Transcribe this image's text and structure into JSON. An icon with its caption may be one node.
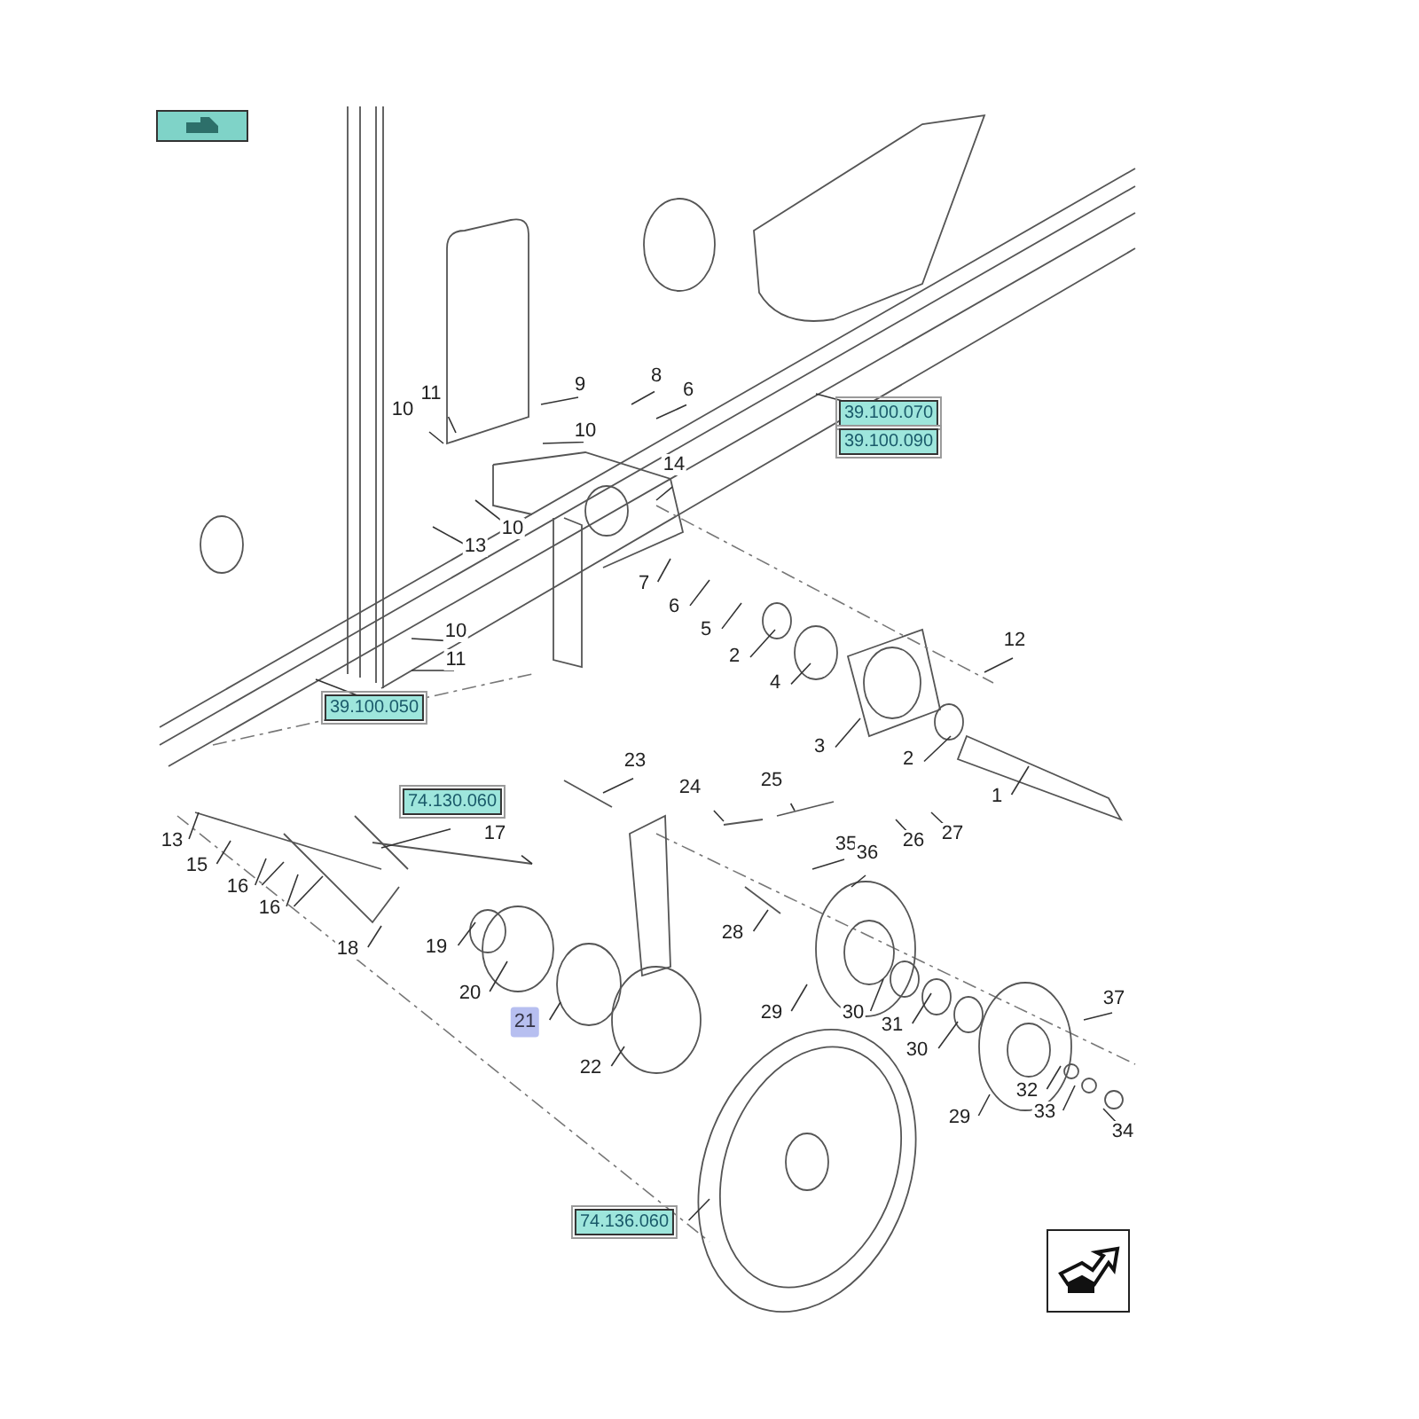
{
  "diagram": {
    "nodes": [
      {
        "text": [
          "11"
        ]
      },
      {
        "text": [
          "10"
        ]
      },
      {
        "text": [
          "9"
        ]
      },
      {
        "text": [
          "8"
        ]
      },
      {
        "text": [
          "6"
        ]
      },
      {
        "text": [
          "10"
        ]
      },
      {
        "text": [
          "39.100.070"
        ]
      },
      {
        "text": [
          "39.100.090"
        ]
      },
      {
        "text": [
          "14"
        ]
      },
      {
        "text": [
          "10"
        ]
      },
      {
        "text": [
          "13"
        ]
      },
      {
        "text": [
          "7"
        ]
      },
      {
        "text": [
          "6"
        ]
      },
      {
        "text": [
          "5"
        ]
      },
      {
        "text": [
          "10"
        ]
      },
      {
        "text": [
          "12"
        ]
      },
      {
        "text": [
          "2"
        ]
      },
      {
        "text": [
          "11"
        ]
      },
      {
        "text": [
          "4"
        ]
      },
      {
        "text": [
          "39.100.050"
        ]
      },
      {
        "text": [
          "3"
        ]
      },
      {
        "text": [
          "2"
        ]
      },
      {
        "text": [
          "23"
        ]
      },
      {
        "text": [
          "25"
        ]
      },
      {
        "text": [
          "24"
        ]
      },
      {
        "text": [
          "1"
        ]
      },
      {
        "text": [
          "74.130.060"
        ]
      },
      {
        "text": [
          "17"
        ]
      },
      {
        "text": [
          "27"
        ]
      },
      {
        "text": [
          "13"
        ]
      },
      {
        "text": [
          "26"
        ]
      },
      {
        "text": [
          "35"
        ]
      },
      {
        "text": [
          "36"
        ]
      },
      {
        "text": [
          "15"
        ]
      },
      {
        "text": [
          "16"
        ]
      },
      {
        "text": [
          "16"
        ]
      },
      {
        "text": [
          "28"
        ]
      },
      {
        "text": [
          "19"
        ]
      },
      {
        "text": [
          "18"
        ]
      },
      {
        "text": [
          "20"
        ]
      },
      {
        "text": [
          "37"
        ]
      },
      {
        "text": [
          "29"
        ]
      },
      {
        "text": [
          "30"
        ]
      },
      {
        "text": [
          "21"
        ]
      },
      {
        "text": [
          "31"
        ]
      },
      {
        "text": [
          "30"
        ]
      },
      {
        "text": [
          "22"
        ]
      },
      {
        "text": [
          "32"
        ]
      },
      {
        "text": [
          "33"
        ]
      },
      {
        "text": [
          "29"
        ]
      },
      {
        "text": [
          "34"
        ]
      },
      {
        "text": [
          "74.136.060"
        ]
      }
    ],
    "edges": [
      {
        "from": 0,
        "to": null,
        "arrow": "none"
      },
      {
        "from": 1,
        "to": null,
        "arrow": "none"
      },
      {
        "from": 2,
        "to": null,
        "arrow": "none"
      },
      {
        "from": 3,
        "to": null,
        "arrow": "none"
      },
      {
        "from": 4,
        "to": null,
        "arrow": "none"
      },
      {
        "from": 5,
        "to": null,
        "arrow": "none"
      },
      {
        "from": 6,
        "to": null,
        "arrow": "none"
      },
      {
        "from": 8,
        "to": null,
        "arrow": "none"
      },
      {
        "from": 9,
        "to": null,
        "arrow": "none"
      },
      {
        "from": 10,
        "to": null,
        "arrow": "none"
      },
      {
        "from": 11,
        "to": null,
        "arrow": "none"
      },
      {
        "from": 12,
        "to": null,
        "arrow": "none"
      },
      {
        "from": 13,
        "to": null,
        "arrow": "none"
      },
      {
        "from": 14,
        "to": null,
        "arrow": "none"
      },
      {
        "from": 15,
        "to": null,
        "arrow": "none"
      },
      {
        "from": 16,
        "to": null,
        "arrow": "none"
      },
      {
        "from": 17,
        "to": null,
        "arrow": "none"
      },
      {
        "from": 18,
        "to": null,
        "arrow": "none"
      },
      {
        "from": 19,
        "to": null,
        "arrow": "none"
      },
      {
        "from": 20,
        "to": null,
        "arrow": "none"
      },
      {
        "from": 21,
        "to": null,
        "arrow": "none"
      },
      {
        "from": 22,
        "to": null,
        "arrow": "none"
      },
      {
        "from": 23,
        "to": null,
        "arrow": "none"
      },
      {
        "from": 24,
        "to": null,
        "arrow": "none"
      },
      {
        "from": 25,
        "to": null,
        "arrow": "none"
      },
      {
        "from": 26,
        "to": null,
        "arrow": "none"
      },
      {
        "from": 27,
        "to": null,
        "arrow": "none"
      },
      {
        "from": 28,
        "to": null,
        "arrow": "none"
      },
      {
        "from": 29,
        "to": null,
        "arrow": "none"
      },
      {
        "from": 30,
        "to": null,
        "arrow": "none"
      },
      {
        "from": 31,
        "to": null,
        "arrow": "none"
      },
      {
        "from": 32,
        "to": null,
        "arrow": "none"
      },
      {
        "from": 33,
        "to": null,
        "arrow": "none"
      },
      {
        "from": 34,
        "to": null,
        "arrow": "none"
      },
      {
        "from": 34,
        "to": null,
        "arrow": "none"
      },
      {
        "from": 35,
        "to": null,
        "arrow": "none"
      },
      {
        "from": 35,
        "to": null,
        "arrow": "none"
      },
      {
        "from": 36,
        "to": null,
        "arrow": "none"
      },
      {
        "from": 37,
        "to": null,
        "arrow": "none"
      },
      {
        "from": 38,
        "to": null,
        "arrow": "none"
      },
      {
        "from": 39,
        "to": null,
        "arrow": "none"
      },
      {
        "from": 40,
        "to": null,
        "arrow": "none"
      },
      {
        "from": 41,
        "to": null,
        "arrow": "none"
      },
      {
        "from": 42,
        "to": null,
        "arrow": "none"
      },
      {
        "from": 43,
        "to": null,
        "arrow": "none"
      },
      {
        "from": 44,
        "to": null,
        "arrow": "none"
      },
      {
        "from": 45,
        "to": null,
        "arrow": "none"
      },
      {
        "from": 46,
        "to": null,
        "arrow": "none"
      },
      {
        "from": 47,
        "to": null,
        "arrow": "none"
      },
      {
        "from": 48,
        "to": null,
        "arrow": "none"
      },
      {
        "from": 49,
        "to": null,
        "arrow": "none"
      },
      {
        "from": 50,
        "to": null,
        "arrow": "none"
      },
      {
        "from": 51,
        "to": null,
        "arrow": "none"
      }
    ]
  }
}
